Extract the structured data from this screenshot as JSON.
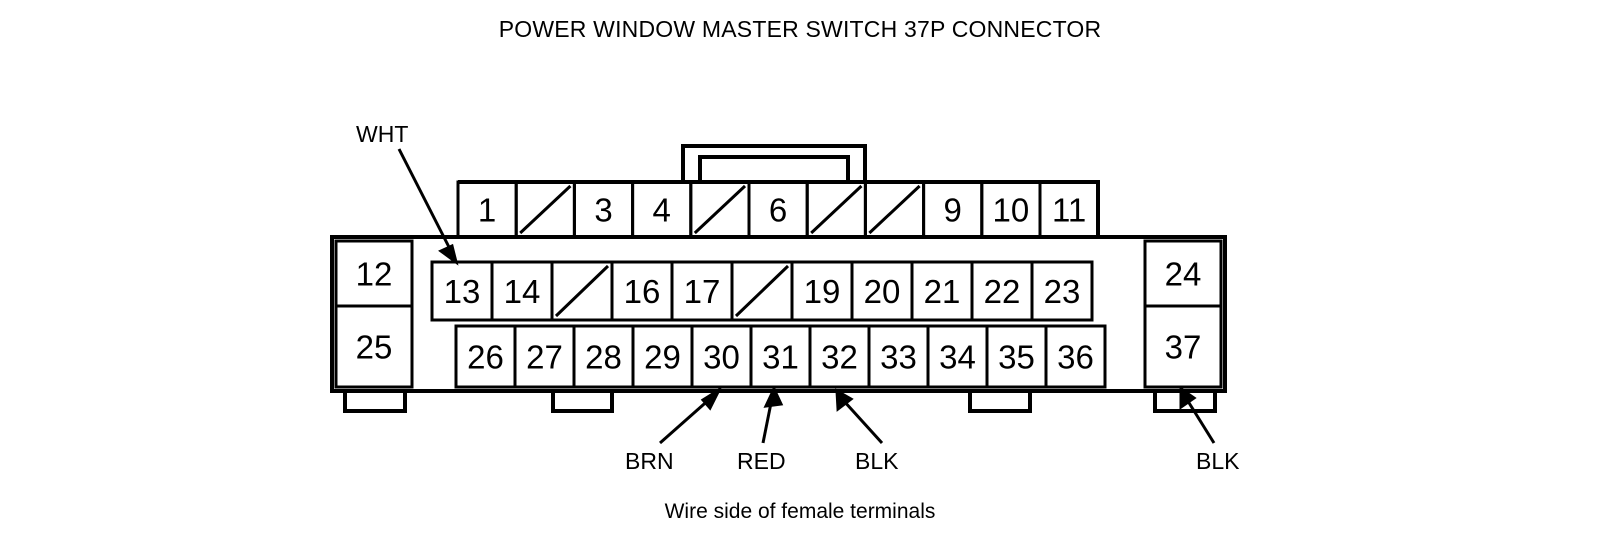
{
  "diagram": {
    "title": "POWER WINDOW MASTER SWITCH 37P CONNECTOR",
    "caption": "Wire side of female terminals",
    "view": "Wire side of female terminals",
    "connector_type": "37P",
    "line_color": "#000000",
    "background_color": "#ffffff"
  },
  "rows": {
    "top": {
      "cells": [
        {
          "label": "1",
          "blank": false
        },
        {
          "label": "",
          "blank": true
        },
        {
          "label": "3",
          "blank": false
        },
        {
          "label": "4",
          "blank": false
        },
        {
          "label": "",
          "blank": true
        },
        {
          "label": "6",
          "blank": false
        },
        {
          "label": "",
          "blank": true
        },
        {
          "label": "",
          "blank": true
        },
        {
          "label": "9",
          "blank": false
        },
        {
          "label": "10",
          "blank": false
        },
        {
          "label": "11",
          "blank": false
        }
      ]
    },
    "middle_left": {
      "cells": [
        {
          "label": "12",
          "blank": false
        }
      ]
    },
    "middle": {
      "cells": [
        {
          "label": "13",
          "blank": false
        },
        {
          "label": "14",
          "blank": false
        },
        {
          "label": "",
          "blank": true
        },
        {
          "label": "16",
          "blank": false
        },
        {
          "label": "17",
          "blank": false
        },
        {
          "label": "",
          "blank": true
        },
        {
          "label": "19",
          "blank": false
        },
        {
          "label": "20",
          "blank": false
        },
        {
          "label": "21",
          "blank": false
        },
        {
          "label": "22",
          "blank": false
        },
        {
          "label": "23",
          "blank": false
        }
      ]
    },
    "middle_right": {
      "cells": [
        {
          "label": "24",
          "blank": false
        }
      ]
    },
    "bottom_left": {
      "cells": [
        {
          "label": "25",
          "blank": false
        }
      ]
    },
    "bottom": {
      "cells": [
        {
          "label": "26",
          "blank": false
        },
        {
          "label": "27",
          "blank": false
        },
        {
          "label": "28",
          "blank": false
        },
        {
          "label": "29",
          "blank": false
        },
        {
          "label": "30",
          "blank": false
        },
        {
          "label": "31",
          "blank": false
        },
        {
          "label": "32",
          "blank": false
        },
        {
          "label": "33",
          "blank": false
        },
        {
          "label": "34",
          "blank": false
        },
        {
          "label": "35",
          "blank": false
        },
        {
          "label": "36",
          "blank": false
        }
      ]
    },
    "bottom_right": {
      "cells": [
        {
          "label": "37",
          "blank": false
        }
      ]
    }
  },
  "wire_labels": [
    {
      "id": "wht",
      "text": "WHT",
      "points_to": "13"
    },
    {
      "id": "brn",
      "text": "BRN",
      "points_to": "30"
    },
    {
      "id": "red",
      "text": "RED",
      "points_to": "31"
    },
    {
      "id": "blk-32",
      "text": "BLK",
      "points_to": "32"
    },
    {
      "id": "blk-37",
      "text": "BLK",
      "points_to": "37"
    }
  ]
}
